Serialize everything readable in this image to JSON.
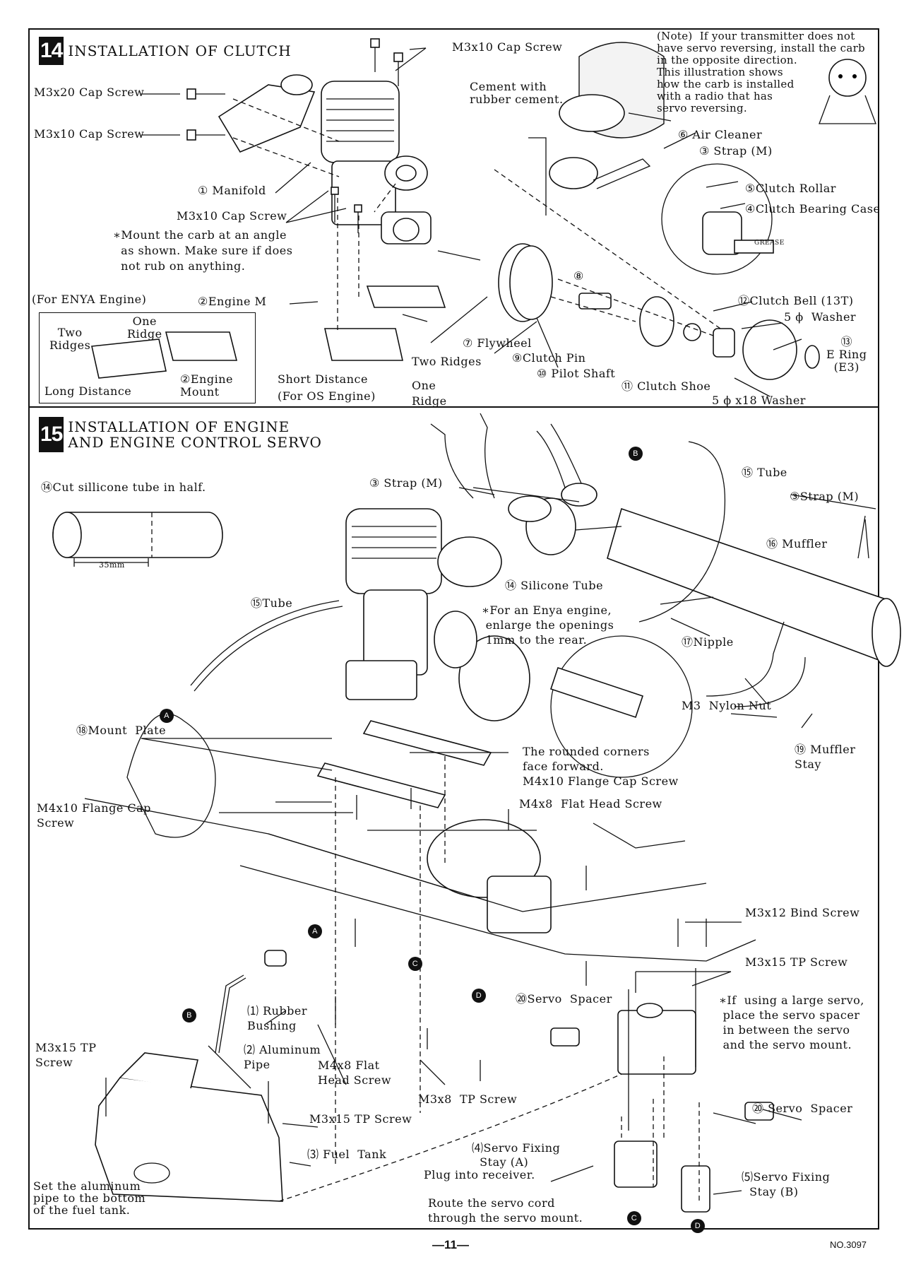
{
  "section14": {
    "number": "14",
    "title": "INSTALLATION OF CLUTCH",
    "note": "(Note)  If your transmitter does not\nhave servo reversing, install the carb\nin the opposite direction.\nThis illustration shows\nhow the carb is installed\nwith a radio that has\nservo reversing.",
    "labels": {
      "m3x10_top": "M3x10 Cap Screw",
      "m3x20": "M3x20 Cap Screw",
      "m3x10_left": "M3x10 Cap Screw",
      "cement": "Cement with\nrubber cement.",
      "air_cleaner": "⑥ Air Cleaner",
      "strap": "③ Strap (M)",
      "clutch_rollar": "⑤Clutch Rollar",
      "clutch_bearing": "④Clutch Bearing Case",
      "manifold": "① Manifold",
      "m3x10_mid": "M3x10 Cap Screw",
      "mount_note": "∗Mount the carb at an angle\n  as shown. Make sure if does\n  not rub on anything.",
      "enya": "(For ENYA Engine)",
      "engine_m": "②Engine M",
      "one_ridge": "One\nRidge",
      "two_ridges_box": "Two\nRidges",
      "long_distance": "Long Distance",
      "engine_mount": "②Engine\nMount",
      "flywheel": "⑦ Flywheel",
      "two_ridges": "Two Ridges",
      "short_distance": "Short Distance\n(For OS Engine)",
      "one_ridge_b": "One\nRidge",
      "n93": "⑧",
      "clutch_pin": "⑨Clutch Pin",
      "pilot_shaft": "⑩ Pilot Shaft",
      "clutch_shoe": "⑪ Clutch Shoe",
      "clutch_bell": "⑫Clutch Bell (13T)",
      "washer5": "5 ϕ  Washer",
      "e_ring": "⑬\nE Ring\n(E3)",
      "washer518": "5 ϕ x18 Washer",
      "greases": "GREASE"
    }
  },
  "section15": {
    "number": "15",
    "title": "INSTALLATION OF ENGINE\nAND ENGINE CONTROL SERVO",
    "labels": {
      "cut_tube": "⑭Cut sillicone tube in half.",
      "mm35": "35mm",
      "strap_m": "③ Strap (M)",
      "tube_top": "⑮ Tube",
      "strap_m2": "③Strap (M)",
      "muffler": "⑯ Muffler",
      "tube_left": "⑮Tube",
      "silicone": "⑭ Silicone Tube",
      "enya_note": "∗For an Enya engine,\n enlarge the openings\n 1mm to the rear.",
      "nipple": "⑰Nipple",
      "nylon_nut": "M3  Nylon Nut",
      "mount_plate": "⑱Mount  Plate",
      "rounded": "The rounded corners\nface forward.",
      "m4x10_cap": "M4x10 Flange Cap Screw",
      "muffler_stay": "⑲ Muffler\nStay",
      "m4x10_left": "M4x10 Flange Cap\nScrew",
      "m4x8_flat": "M4x8  Flat Head Screw",
      "m3x12": "M3x12 Bind Screw",
      "m3x15_tp_r": "M3x15 TP Screw",
      "servo_spacer_a": "⑳Servo  Spacer",
      "large_servo": "∗If  using a large servo,\n place the servo spacer\n in between the servo\n and the servo mount.",
      "rubber_bushing": "⑴ Rubber\nBushing",
      "aluminum": "⑵ Aluminum\nPipe",
      "m3x15_tp_l": "M3x15 TP\nScrew",
      "m4x8_flat_b": "M4x8 Flat\nHead Screw",
      "m3x8_tp": "M3x8  TP Screw",
      "m3x15_tp_c": "M3x15 TP Screw",
      "fuel_tank": "⑶ Fuel  Tank",
      "servo_spacer_b": "⑳ Servo  Spacer",
      "fix_stay_a": "⑷Servo Fixing\n  Stay (A)",
      "plug": "Plug into receiver.",
      "fix_stay_b": "⑸Servo Fixing\n  Stay (B)",
      "route": "Route the servo cord\nthrough the servo mount.",
      "set_pipe": "Set the aluminum\npipe to the bottom\nof the fuel tank.",
      "mark_a": "A",
      "mark_b": "B",
      "mark_c": "C",
      "mark_d": "D"
    }
  },
  "footer": {
    "page": "—11—",
    "docno": "NO.3097"
  }
}
